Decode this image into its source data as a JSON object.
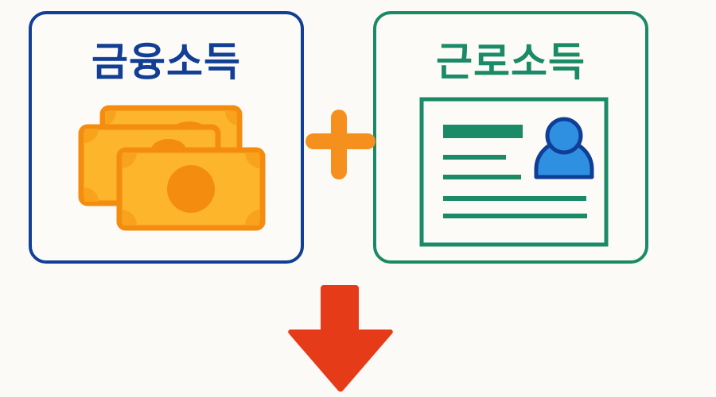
{
  "cards": [
    {
      "id": "financial-income",
      "title": "금융소득",
      "icon": "money-bills-icon",
      "border_color": "#103f95",
      "title_color": "#123f94"
    },
    {
      "id": "earned-income",
      "title": "근로소득",
      "icon": "id-document-icon",
      "border_color": "#1a8a66",
      "title_color": "#1b8a66"
    }
  ],
  "operator": {
    "symbol": "+",
    "icon": "plus-icon",
    "color": "#f5901e"
  },
  "result_arrow": {
    "icon": "arrow-down-icon",
    "color": "#e63b18"
  },
  "colors": {
    "background": "#fbfaf7",
    "money_fill": "#fdb52c",
    "money_stroke": "#f48c0f",
    "person_fill": "#2f8fe0",
    "person_stroke": "#0f3e96"
  }
}
